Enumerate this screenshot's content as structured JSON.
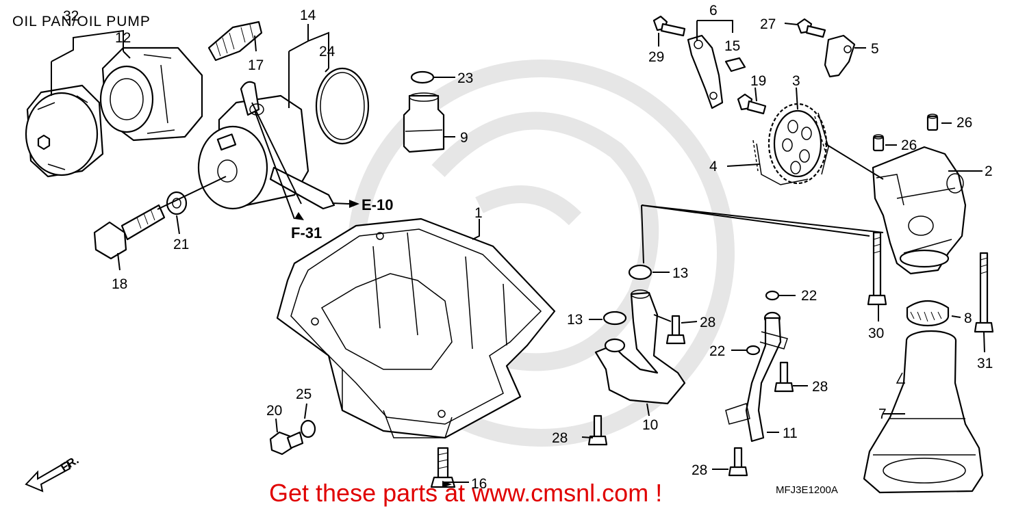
{
  "title": "OIL PAN/OIL PUMP",
  "diagram_code": "MFJ3E1200A",
  "banner_text": "Get these parts at www.cmsnl.com !",
  "colors": {
    "banner": "#e00000",
    "watermark": "#e6e6e6",
    "line": "#000000"
  },
  "references": {
    "e10": "E-10",
    "f31": "F-31",
    "front": "FR."
  },
  "parts": [
    {
      "id": "p1",
      "label": "1"
    },
    {
      "id": "p2",
      "label": "2"
    },
    {
      "id": "p3",
      "label": "3"
    },
    {
      "id": "p4",
      "label": "4"
    },
    {
      "id": "p5",
      "label": "5"
    },
    {
      "id": "p6",
      "label": "6"
    },
    {
      "id": "p7",
      "label": "7"
    },
    {
      "id": "p8",
      "label": "8"
    },
    {
      "id": "p9",
      "label": "9"
    },
    {
      "id": "p10",
      "label": "10"
    },
    {
      "id": "p11",
      "label": "11"
    },
    {
      "id": "p12",
      "label": "12"
    },
    {
      "id": "p13a",
      "label": "13"
    },
    {
      "id": "p13b",
      "label": "13"
    },
    {
      "id": "p14",
      "label": "14"
    },
    {
      "id": "p15",
      "label": "15"
    },
    {
      "id": "p16",
      "label": "16"
    },
    {
      "id": "p17",
      "label": "17"
    },
    {
      "id": "p18",
      "label": "18"
    },
    {
      "id": "p19",
      "label": "19"
    },
    {
      "id": "p20",
      "label": "20"
    },
    {
      "id": "p21",
      "label": "21"
    },
    {
      "id": "p22a",
      "label": "22"
    },
    {
      "id": "p22b",
      "label": "22"
    },
    {
      "id": "p23",
      "label": "23"
    },
    {
      "id": "p24",
      "label": "24"
    },
    {
      "id": "p25",
      "label": "25"
    },
    {
      "id": "p26a",
      "label": "26"
    },
    {
      "id": "p26b",
      "label": "26"
    },
    {
      "id": "p27",
      "label": "27"
    },
    {
      "id": "p28a",
      "label": "28"
    },
    {
      "id": "p28b",
      "label": "28"
    },
    {
      "id": "p28c",
      "label": "28"
    },
    {
      "id": "p28d",
      "label": "28"
    },
    {
      "id": "p29",
      "label": "29"
    },
    {
      "id": "p30",
      "label": "30"
    },
    {
      "id": "p31",
      "label": "31"
    },
    {
      "id": "p32",
      "label": "32"
    }
  ]
}
